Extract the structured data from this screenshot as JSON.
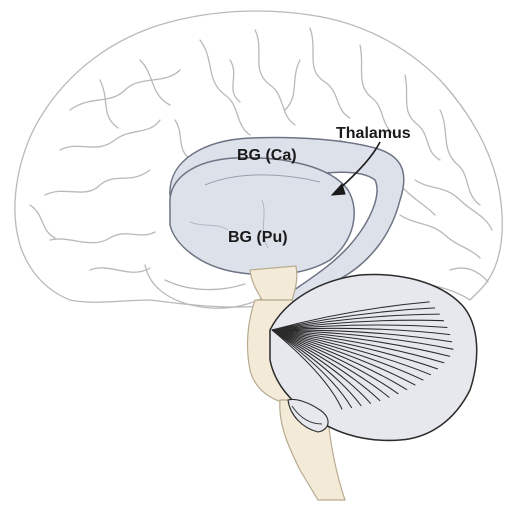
{
  "labels": {
    "caudate": "BG (Ca)",
    "putamen": "BG (Pu)",
    "thalamus": "Thalamus"
  },
  "colors": {
    "cortex_outline": "#b9b9b9",
    "basal_ganglia_fill": "#dde1ea",
    "basal_ganglia_stroke": "#6e7484",
    "brainstem_fill": "#f3ead8",
    "brainstem_stroke": "#b8ab90",
    "cerebellum_fill": "#e6e8ee",
    "cerebellum_stroke": "#2b2b2b",
    "label_text": "#1a1a1a"
  }
}
